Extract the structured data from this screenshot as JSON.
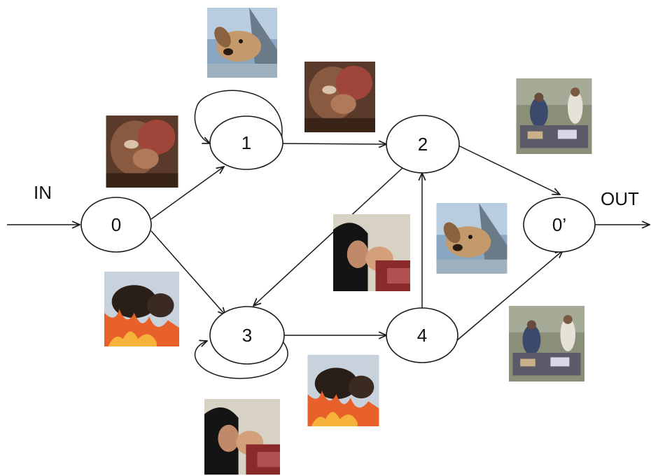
{
  "labels": {
    "in": "IN",
    "out": "OUT"
  },
  "nodes": [
    {
      "id": "n0",
      "label": "0"
    },
    {
      "id": "n1",
      "label": "1"
    },
    {
      "id": "n2",
      "label": "2"
    },
    {
      "id": "n3",
      "label": "3"
    },
    {
      "id": "n4",
      "label": "4"
    },
    {
      "id": "n0p",
      "label": "0’"
    }
  ],
  "edges": [
    {
      "from": "in",
      "to": "n0"
    },
    {
      "from": "n0",
      "to": "n1"
    },
    {
      "from": "n0",
      "to": "n3"
    },
    {
      "from": "n1",
      "to": "n1"
    },
    {
      "from": "n1",
      "to": "n2"
    },
    {
      "from": "n2",
      "to": "n3"
    },
    {
      "from": "n2",
      "to": "n0p"
    },
    {
      "from": "n3",
      "to": "n3"
    },
    {
      "from": "n3",
      "to": "n4"
    },
    {
      "from": "n4",
      "to": "n2"
    },
    {
      "from": "n4",
      "to": "n0p"
    },
    {
      "from": "n0p",
      "to": "out"
    }
  ],
  "thumbnails": [
    {
      "id": "t-dog-top",
      "subject": "dog-photo"
    },
    {
      "id": "t-man-1",
      "subject": "man-and-child-photo"
    },
    {
      "id": "t-man-2",
      "subject": "man-and-child-photo"
    },
    {
      "id": "t-market-1",
      "subject": "market-scene-photo"
    },
    {
      "id": "t-fire-1",
      "subject": "face-near-fire-photo"
    },
    {
      "id": "t-woman-1",
      "subject": "woman-and-child-photo"
    },
    {
      "id": "t-dog-2",
      "subject": "dog-photo"
    },
    {
      "id": "t-market-2",
      "subject": "market-scene-photo"
    },
    {
      "id": "t-fire-2",
      "subject": "face-near-fire-photo"
    },
    {
      "id": "t-woman-2",
      "subject": "woman-and-child-photo"
    }
  ]
}
